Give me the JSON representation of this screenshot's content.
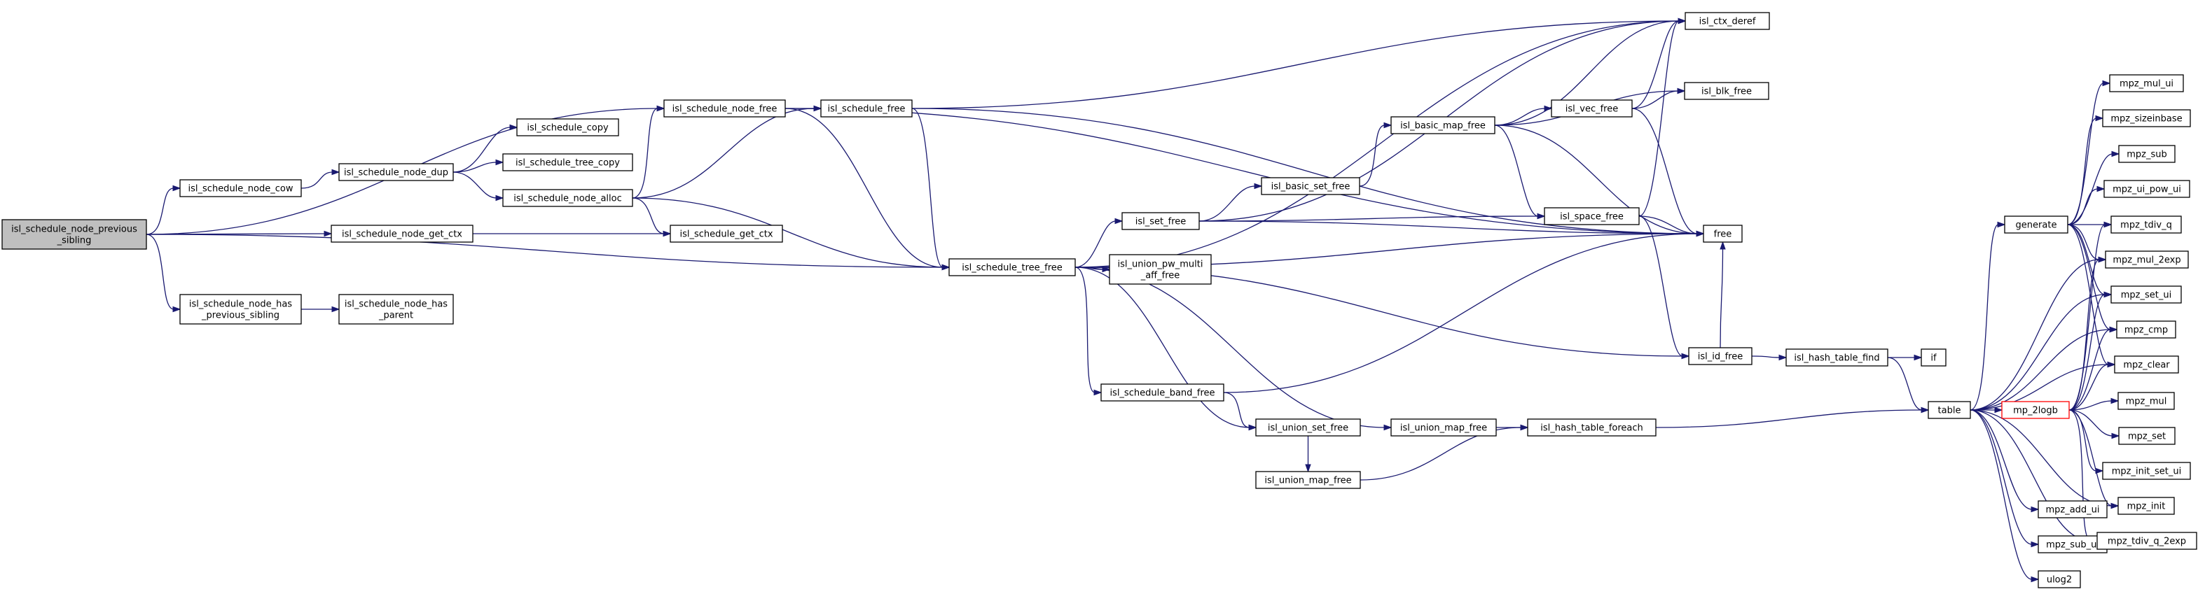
{
  "diagram": {
    "colors": {
      "edge": "#191970",
      "node_border": "#000000",
      "root_fill": "#bfbfbf",
      "truncated_border": "#ff0000"
    },
    "nodes": [
      {
        "id": "root",
        "lines": [
          "isl_schedule_node_previous",
          "_sibling"
        ],
        "root": true
      },
      {
        "id": "node_cow",
        "lines": [
          "isl_schedule_node_cow"
        ]
      },
      {
        "id": "node_free",
        "lines": [
          "isl_schedule_node_free"
        ]
      },
      {
        "id": "node_get_ctx",
        "lines": [
          "isl_schedule_node_get_ctx"
        ]
      },
      {
        "id": "node_has_prev",
        "lines": [
          "isl_schedule_node_has",
          "_previous_sibling"
        ]
      },
      {
        "id": "tree_free",
        "lines": [
          "isl_schedule_tree_free"
        ]
      },
      {
        "id": "node_dup",
        "lines": [
          "isl_schedule_node_dup"
        ]
      },
      {
        "id": "node_alloc",
        "lines": [
          "isl_schedule_node_alloc"
        ]
      },
      {
        "id": "sched_copy",
        "lines": [
          "isl_schedule_copy"
        ]
      },
      {
        "id": "tree_copy",
        "lines": [
          "isl_schedule_tree_copy"
        ]
      },
      {
        "id": "sched_free",
        "lines": [
          "isl_schedule_free"
        ]
      },
      {
        "id": "get_ctx",
        "lines": [
          "isl_schedule_get_ctx"
        ]
      },
      {
        "id": "node_has_parent",
        "lines": [
          "isl_schedule_node_has",
          "_parent"
        ]
      },
      {
        "id": "ctx_deref",
        "lines": [
          "isl_ctx_deref"
        ]
      },
      {
        "id": "free",
        "lines": [
          "free"
        ]
      },
      {
        "id": "set_free",
        "lines": [
          "isl_set_free"
        ]
      },
      {
        "id": "upma_free",
        "lines": [
          "isl_union_pw_multi",
          "_aff_free"
        ]
      },
      {
        "id": "band_free",
        "lines": [
          "isl_schedule_band_free"
        ]
      },
      {
        "id": "uset_free",
        "lines": [
          "isl_union_set_free"
        ]
      },
      {
        "id": "umap_free",
        "lines": [
          "isl_union_map_free"
        ]
      },
      {
        "id": "id_free",
        "lines": [
          "isl_id_free"
        ]
      },
      {
        "id": "basic_set_free",
        "lines": [
          "isl_basic_set_free"
        ]
      },
      {
        "id": "space_free",
        "lines": [
          "isl_space_free"
        ]
      },
      {
        "id": "basic_map_free",
        "lines": [
          "isl_basic_map_free"
        ]
      },
      {
        "id": "vec_free",
        "lines": [
          "isl_vec_free"
        ]
      },
      {
        "id": "blk_free",
        "lines": [
          "isl_blk_free"
        ]
      },
      {
        "id": "umap_free2",
        "lines": [
          "isl_union_map_free"
        ]
      },
      {
        "id": "hash_foreach",
        "lines": [
          "isl_hash_table_foreach"
        ]
      },
      {
        "id": "hash_find",
        "lines": [
          "isl_hash_table_find"
        ]
      },
      {
        "id": "if",
        "lines": [
          "if"
        ]
      },
      {
        "id": "table",
        "lines": [
          "table"
        ]
      },
      {
        "id": "generate",
        "lines": [
          "generate"
        ]
      },
      {
        "id": "mp_2logb",
        "lines": [
          "mp_2logb"
        ],
        "truncated": true
      },
      {
        "id": "mpz_add_ui",
        "lines": [
          "mpz_add_ui"
        ]
      },
      {
        "id": "mpz_sub_ui",
        "lines": [
          "mpz_sub_ui"
        ]
      },
      {
        "id": "ulog2",
        "lines": [
          "ulog2"
        ]
      },
      {
        "id": "mpz_mul_ui",
        "lines": [
          "mpz_mul_ui"
        ]
      },
      {
        "id": "mpz_sizeinbase",
        "lines": [
          "mpz_sizeinbase"
        ]
      },
      {
        "id": "mpz_sub",
        "lines": [
          "mpz_sub"
        ]
      },
      {
        "id": "mpz_ui_pow_ui",
        "lines": [
          "mpz_ui_pow_ui"
        ]
      },
      {
        "id": "mpz_tdiv_q",
        "lines": [
          "mpz_tdiv_q"
        ]
      },
      {
        "id": "mpz_mul_2exp",
        "lines": [
          "mpz_mul_2exp"
        ]
      },
      {
        "id": "mpz_set_ui",
        "lines": [
          "mpz_set_ui"
        ]
      },
      {
        "id": "mpz_cmp",
        "lines": [
          "mpz_cmp"
        ]
      },
      {
        "id": "mpz_clear",
        "lines": [
          "mpz_clear"
        ]
      },
      {
        "id": "mpz_mul",
        "lines": [
          "mpz_mul"
        ]
      },
      {
        "id": "mpz_set",
        "lines": [
          "mpz_set"
        ]
      },
      {
        "id": "mpz_init_set_ui",
        "lines": [
          "mpz_init_set_ui"
        ]
      },
      {
        "id": "mpz_init",
        "lines": [
          "mpz_init"
        ]
      },
      {
        "id": "mpz_tdiv_q_2exp",
        "lines": [
          "mpz_tdiv_q_2exp"
        ]
      }
    ],
    "edges": [
      [
        "root",
        "node_free"
      ],
      [
        "root",
        "node_cow"
      ],
      [
        "root",
        "node_get_ctx"
      ],
      [
        "root",
        "tree_free"
      ],
      [
        "root",
        "node_has_prev"
      ],
      [
        "node_cow",
        "node_dup"
      ],
      [
        "node_dup",
        "sched_copy"
      ],
      [
        "node_dup",
        "tree_copy"
      ],
      [
        "node_dup",
        "node_alloc"
      ],
      [
        "node_alloc",
        "node_free"
      ],
      [
        "node_alloc",
        "sched_free"
      ],
      [
        "node_alloc",
        "get_ctx"
      ],
      [
        "node_alloc",
        "tree_free"
      ],
      [
        "node_free",
        "sched_free"
      ],
      [
        "node_free",
        "tree_free"
      ],
      [
        "node_free",
        "free"
      ],
      [
        "sched_free",
        "ctx_deref"
      ],
      [
        "sched_free",
        "tree_free"
      ],
      [
        "sched_free",
        "free"
      ],
      [
        "node_get_ctx",
        "get_ctx"
      ],
      [
        "node_has_prev",
        "node_has_parent"
      ],
      [
        "tree_free",
        "ctx_deref"
      ],
      [
        "tree_free",
        "set_free"
      ],
      [
        "tree_free",
        "upma_free"
      ],
      [
        "tree_free",
        "free"
      ],
      [
        "tree_free",
        "id_free"
      ],
      [
        "tree_free",
        "band_free"
      ],
      [
        "tree_free",
        "uset_free"
      ],
      [
        "tree_free",
        "umap_free2"
      ],
      [
        "set_free",
        "ctx_deref"
      ],
      [
        "set_free",
        "basic_set_free"
      ],
      [
        "set_free",
        "space_free"
      ],
      [
        "set_free",
        "free"
      ],
      [
        "basic_set_free",
        "basic_map_free"
      ],
      [
        "basic_map_free",
        "ctx_deref"
      ],
      [
        "basic_map_free",
        "blk_free"
      ],
      [
        "basic_map_free",
        "vec_free"
      ],
      [
        "basic_map_free",
        "space_free"
      ],
      [
        "basic_map_free",
        "free"
      ],
      [
        "vec_free",
        "ctx_deref"
      ],
      [
        "vec_free",
        "blk_free"
      ],
      [
        "vec_free",
        "free"
      ],
      [
        "space_free",
        "ctx_deref"
      ],
      [
        "space_free",
        "free"
      ],
      [
        "space_free",
        "id_free"
      ],
      [
        "band_free",
        "free"
      ],
      [
        "band_free",
        "uset_free"
      ],
      [
        "uset_free",
        "umap_free"
      ],
      [
        "umap_free",
        "hash_foreach"
      ],
      [
        "umap_free2",
        "hash_foreach"
      ],
      [
        "id_free",
        "free"
      ],
      [
        "id_free",
        "hash_find"
      ],
      [
        "hash_find",
        "if"
      ],
      [
        "hash_find",
        "table"
      ],
      [
        "hash_foreach",
        "table"
      ],
      [
        "table",
        "generate"
      ],
      [
        "table",
        "mp_2logb"
      ],
      [
        "table",
        "mpz_add_ui"
      ],
      [
        "table",
        "mpz_sub_ui"
      ],
      [
        "table",
        "ulog2"
      ],
      [
        "table",
        "mpz_mul_2exp"
      ],
      [
        "table",
        "mpz_set_ui"
      ],
      [
        "table",
        "mpz_cmp"
      ],
      [
        "table",
        "mpz_clear"
      ],
      [
        "table",
        "mpz_init"
      ],
      [
        "table",
        "mpz_tdiv_q_2exp"
      ],
      [
        "generate",
        "mpz_mul_ui"
      ],
      [
        "generate",
        "mpz_sizeinbase"
      ],
      [
        "generate",
        "mpz_sub"
      ],
      [
        "generate",
        "mpz_ui_pow_ui"
      ],
      [
        "generate",
        "mpz_tdiv_q"
      ],
      [
        "generate",
        "mpz_mul_2exp"
      ],
      [
        "generate",
        "mpz_set_ui"
      ],
      [
        "generate",
        "mpz_cmp"
      ],
      [
        "generate",
        "mpz_clear"
      ],
      [
        "mp_2logb",
        "mpz_tdiv_q"
      ],
      [
        "mp_2logb",
        "mpz_mul_2exp"
      ],
      [
        "mp_2logb",
        "mpz_set_ui"
      ],
      [
        "mp_2logb",
        "mpz_cmp"
      ],
      [
        "mp_2logb",
        "mpz_mul"
      ],
      [
        "mp_2logb",
        "mpz_set"
      ],
      [
        "mp_2logb",
        "mpz_init_set_ui"
      ],
      [
        "mp_2logb",
        "mpz_init"
      ],
      [
        "mp_2logb",
        "mpz_tdiv_q_2exp"
      ],
      [
        "mp_2logb",
        "mpz_clear"
      ]
    ]
  }
}
